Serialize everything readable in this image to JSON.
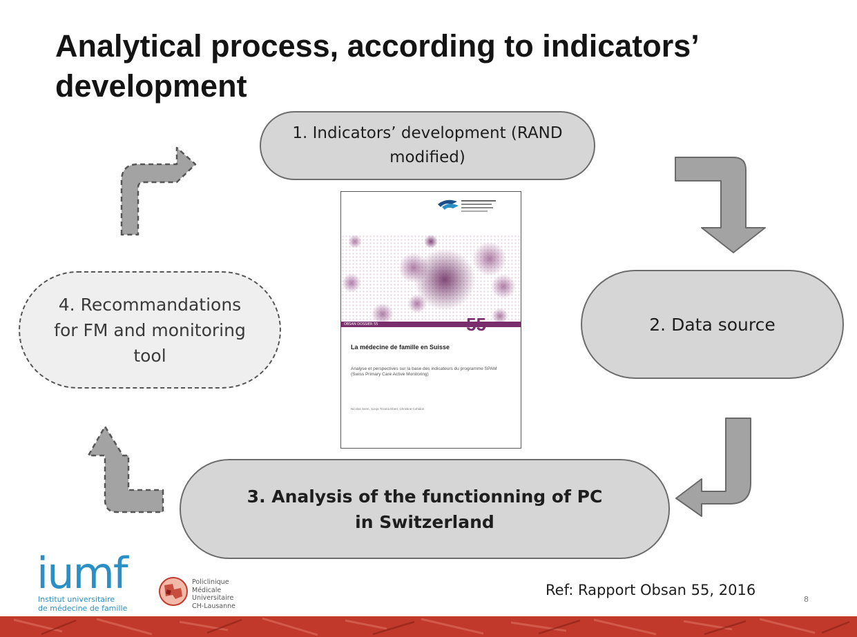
{
  "slide": {
    "title": "Analytical process, according to indicators’ development",
    "page_number": "8",
    "reference": "Ref: Rapport Obsan 55, 2016"
  },
  "steps": [
    {
      "label": "1. Indicators’ development (RAND modified)"
    },
    {
      "label": "2. Data source"
    },
    {
      "label": "3. Analysis of the functionning of PC in Switzerland"
    },
    {
      "label": "4. Recommandations for FM and monitoring tool"
    }
  ],
  "report_cover": {
    "series_label": "OBSAN DOSSIER 55",
    "number": "55",
    "title": "La médecine de famille en Suisse",
    "subtitle": "Analyse et perspectives sur la base des indicateurs du programme SPAM (Swiss Primary Care Active Monitoring)",
    "authors": "Nicolas Senn, Sonja Tiziana Ebert, Christine Cohidon"
  },
  "logos": {
    "iumf_word": "iumf",
    "iumf_line1": "Institut universitaire",
    "iumf_line2": "de médecine de famille",
    "pmu_line1": "Policlinique",
    "pmu_line2": "Médicale",
    "pmu_line3": "Universitaire",
    "pmu_line4": "CH-Lausanne"
  },
  "colors": {
    "pill_fill": "#d6d6d6",
    "pill_border": "#6c6c6c",
    "arrow_fill": "#a3a3a3",
    "cover_accent": "#7a2d6c",
    "iumf_blue": "#2a8fc4",
    "bottom_bar": "#c0392b"
  }
}
